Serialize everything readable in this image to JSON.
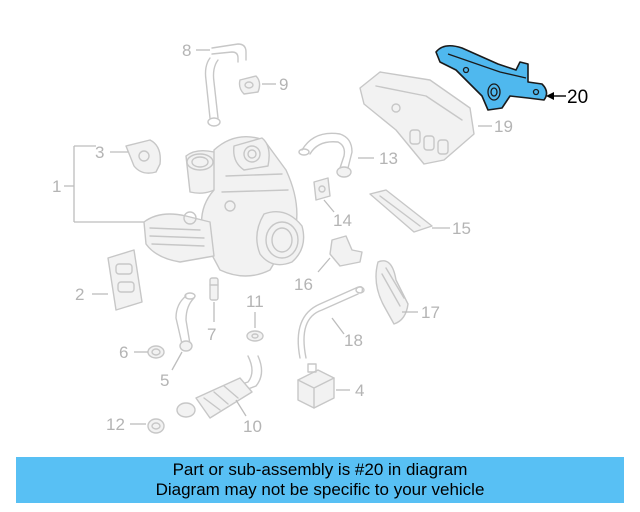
{
  "callouts": {
    "c1": "1",
    "c2": "2",
    "c3": "3",
    "c4": "4",
    "c5": "5",
    "c6": "6",
    "c7": "7",
    "c8": "8",
    "c9": "9",
    "c10": "10",
    "c11": "11",
    "c12": "12",
    "c13": "13",
    "c14": "14",
    "c15": "15",
    "c16": "16",
    "c17": "17",
    "c18": "18",
    "c19": "19",
    "c20": "20"
  },
  "highlighted_part": "20",
  "colors": {
    "highlight": "#4fb8ee",
    "banner": "#58c0f4",
    "ghost": "#c7c7c7"
  },
  "banner": {
    "line1": "Part or sub-assembly is #20 in diagram",
    "line2": "Diagram may not be specific to your vehicle"
  }
}
